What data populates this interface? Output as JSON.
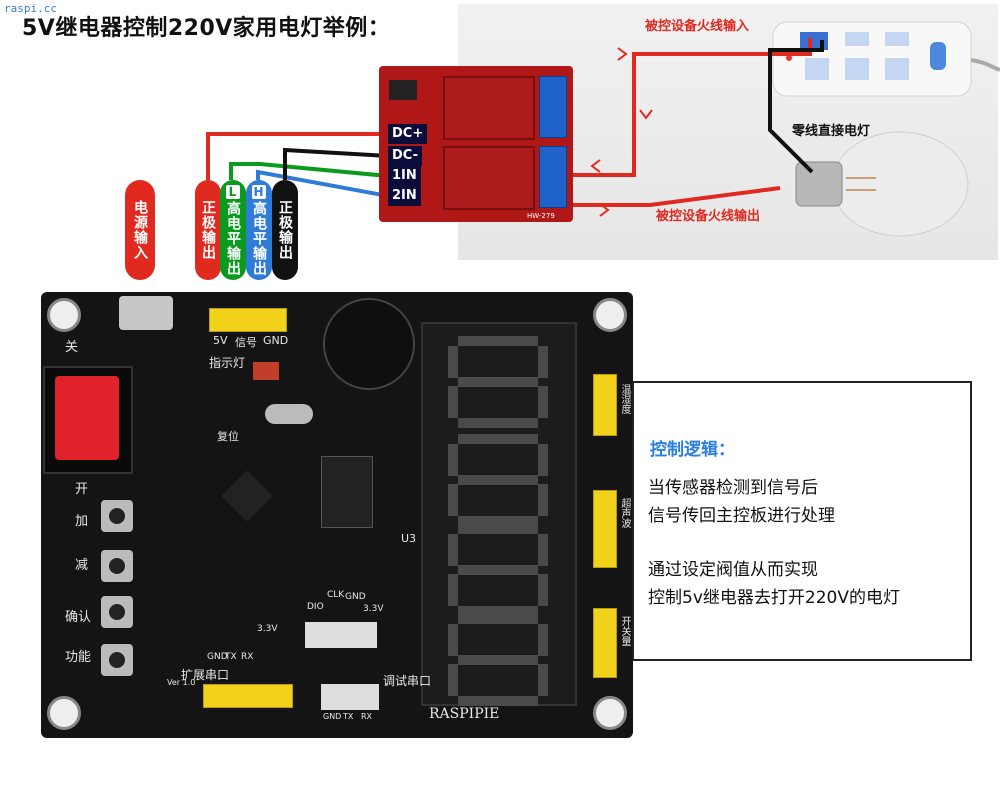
{
  "watermark": "raspi.cc",
  "title": "5V继电器控制220V家用电灯举例：",
  "tags": {
    "power_input": "电源输入",
    "pos_out_1": "正极输出",
    "high_out_1_prefix": "L",
    "high_out_1": "高电平输出",
    "high_out_2_prefix": "H",
    "high_out_2": "高电平输出",
    "pos_out_2": "正极输出"
  },
  "relay": {
    "pins": [
      "DC+",
      "DC-",
      "1IN",
      "2IN"
    ],
    "model": "HW-279"
  },
  "annotations": {
    "live_in": "被控设备火线输入",
    "neutral": "零线直接电灯",
    "live_out": "被控设备火线输出"
  },
  "board": {
    "left_labels": [
      "关",
      "开",
      "加",
      "减",
      "确认",
      "功能"
    ],
    "top_labels": [
      "5V",
      "信号",
      "GND"
    ],
    "indicator": "指示灯",
    "reset": "复位",
    "expand_serial": "扩展串口",
    "debug_serial": "调试串口",
    "brand": "RASPIPIE",
    "u3": "U3",
    "ver": "Ver 1.0",
    "serial_pins": [
      "GND",
      "TX",
      "RX",
      "3.3V"
    ],
    "debug_pins": [
      "GND",
      "TX",
      "RX"
    ],
    "dio_pins": [
      "DIO",
      "CLK",
      "GND",
      "3.3V"
    ],
    "right_labels": [
      "温湿度",
      "超声波",
      "开关量"
    ],
    "seg_digits": [
      "8",
      "8",
      "8",
      "8"
    ]
  },
  "logic": {
    "title": "控制逻辑：",
    "lines": [
      "当传感器检测到信号后",
      "信号传回主控板进行处理",
      "通过设定阀值从而实现",
      "控制5v继电器去打开220V的电灯"
    ]
  },
  "colors": {
    "red_wire": "#e0291f",
    "green_wire": "#0a9a1d",
    "blue_wire": "#2e7bd8",
    "black_wire": "#111111",
    "logic_title": "#2b7fe0"
  }
}
